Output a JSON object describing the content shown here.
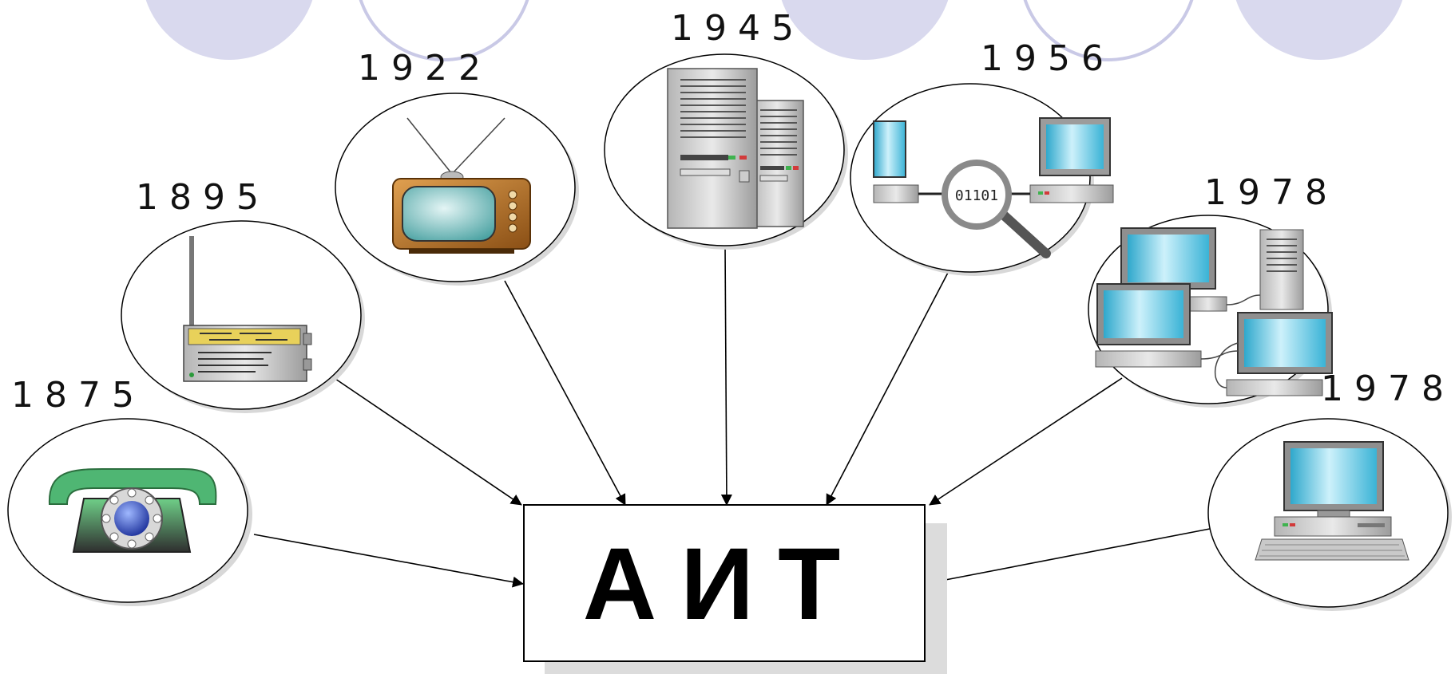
{
  "center": {
    "label": "АИТ"
  },
  "nodes": [
    {
      "year": "1875",
      "device": "rotary-telephone"
    },
    {
      "year": "1895",
      "device": "radio"
    },
    {
      "year": "1922",
      "device": "television"
    },
    {
      "year": "1945",
      "device": "computer-servers"
    },
    {
      "year": "1956",
      "device": "data-network"
    },
    {
      "year": "1978",
      "device": "computer-network"
    },
    {
      "year": "1978",
      "device": "personal-computer"
    }
  ],
  "colors": {
    "background": "#ffffff",
    "decor_circles": "#d9d9ee",
    "outline": "#000000",
    "shadow": "#d8d8d8",
    "screen": "#6ecfe6",
    "tv_body": "#b8762a",
    "phone_green": "#3f9b5a",
    "dial_blue": "#2a47b8"
  }
}
